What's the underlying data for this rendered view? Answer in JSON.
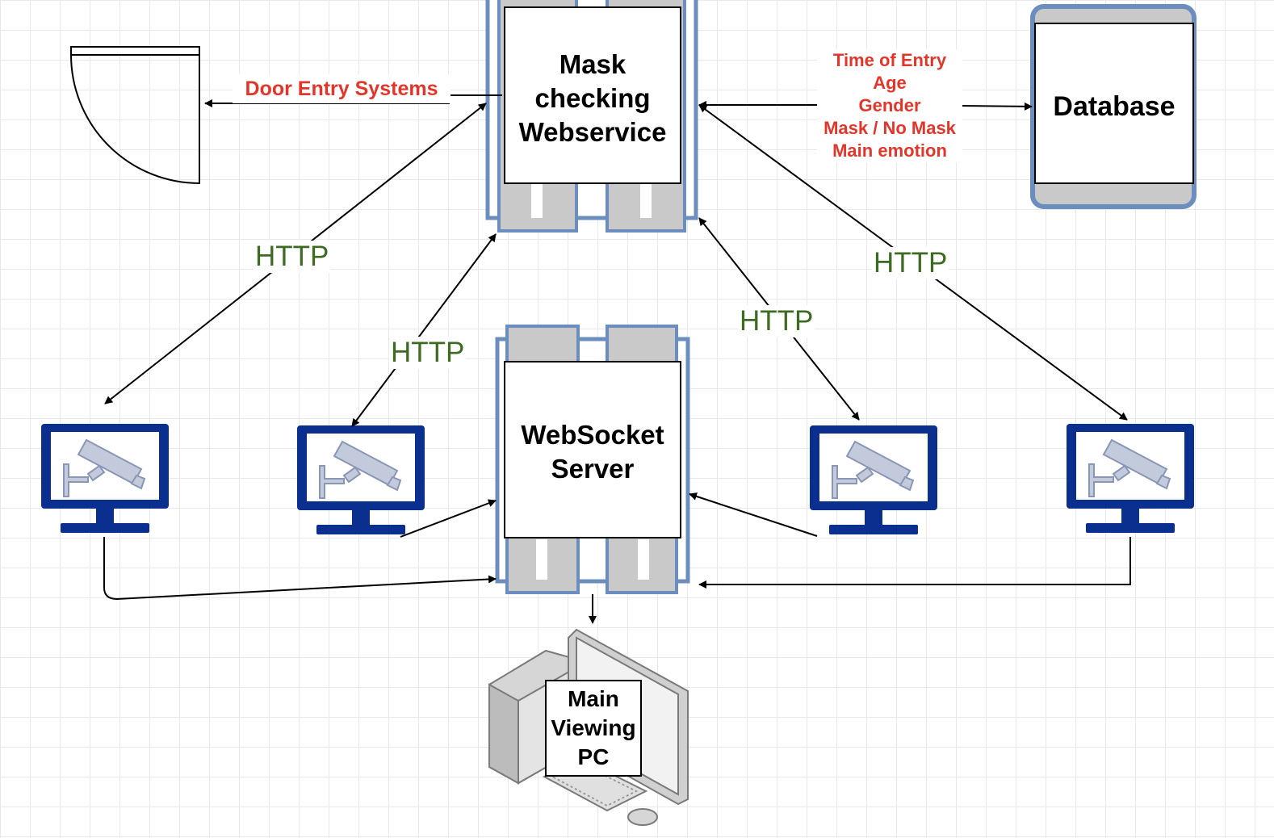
{
  "nodes": {
    "mask_service": "Mask checking Webservice",
    "websocket_server": "WebSocket Server",
    "database": "Database",
    "main_pc": "Main Viewing PC"
  },
  "edge_labels": {
    "door_entry": "Door Entry Systems",
    "http": "HTTP",
    "db_fields": [
      "Time of Entry",
      "Age",
      "Gender",
      "Mask / No Mask",
      "Main emotion"
    ]
  },
  "colors": {
    "server_frame": "#6c8ebf",
    "server_unit": "#c9c9c9",
    "monitor": "#0a2f8f",
    "camera": "#b9c4d8",
    "http_text": "#3d6b21",
    "red_text": "#e2362b"
  },
  "icons": [
    "door-icon",
    "cctv-monitor-icon",
    "server-rack-icon",
    "database-icon",
    "desktop-pc-icon"
  ]
}
